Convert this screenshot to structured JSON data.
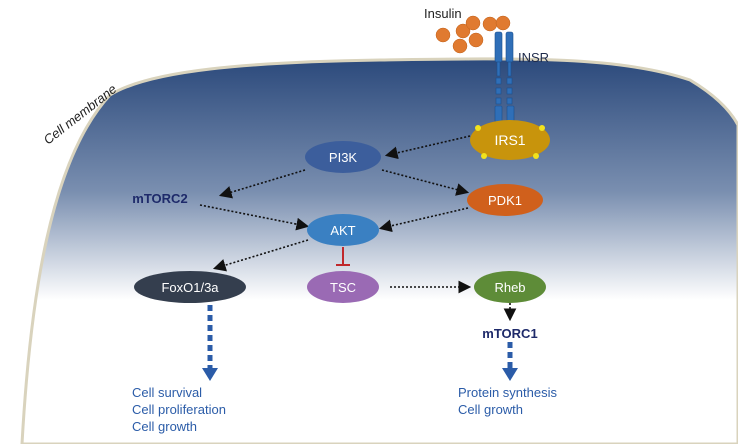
{
  "labels": {
    "insulin": "Insulin",
    "insr": "INSR",
    "membrane": "Cell membrane",
    "irs1": "IRS1",
    "pi3k": "PI3K",
    "pdk1": "PDK1",
    "akt": "AKT",
    "mtorc2": "mTORC2",
    "tsc": "TSC",
    "rheb": "Rheb",
    "foxo": "FoxO1/3a",
    "mtorc1": "mTORC1"
  },
  "outcomes_left": [
    "Cell survival",
    "Cell proliferation",
    "Cell growth"
  ],
  "outcomes_right": [
    "Protein synthesis",
    "Cell growth"
  ],
  "colors": {
    "cell_top": "#2c4a7c",
    "irs1": "#c8940c",
    "pi3k": "#3c5e9c",
    "pdk1": "#d0601c",
    "akt": "#3a80c2",
    "tsc": "#9a6ab4",
    "rheb": "#5e8c38",
    "foxo": "#343e4e",
    "outcome_text": "#2b5ca8",
    "inhibition": "#c0282c",
    "insulin": "#e07a30"
  }
}
